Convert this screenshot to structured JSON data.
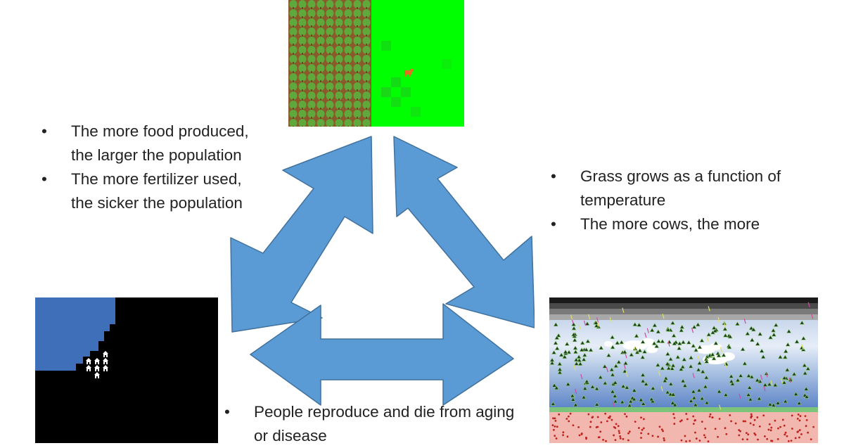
{
  "text_blocks": {
    "left": [
      "The more food produced, the larger the population",
      "The more fertilizer used, the sicker the population"
    ],
    "right": [
      "Grass grows as a function of temperature",
      "The more cows, the more"
    ],
    "bottom": [
      "People reproduce and die from aging or disease"
    ]
  },
  "colors": {
    "arrow_fill": "#5b9bd5",
    "arrow_stroke": "#41719c",
    "grass": "#00ff00",
    "soil": "#8b5a2b",
    "tree": "#5fa83c",
    "water": "#3f6fb8",
    "cow": "#e07020",
    "house": "#ffffff"
  },
  "icons": [
    "tree-icon",
    "cow-icon",
    "house-icon",
    "cloud-icon",
    "leaf-particle-icon",
    "co2-particle-icon"
  ]
}
